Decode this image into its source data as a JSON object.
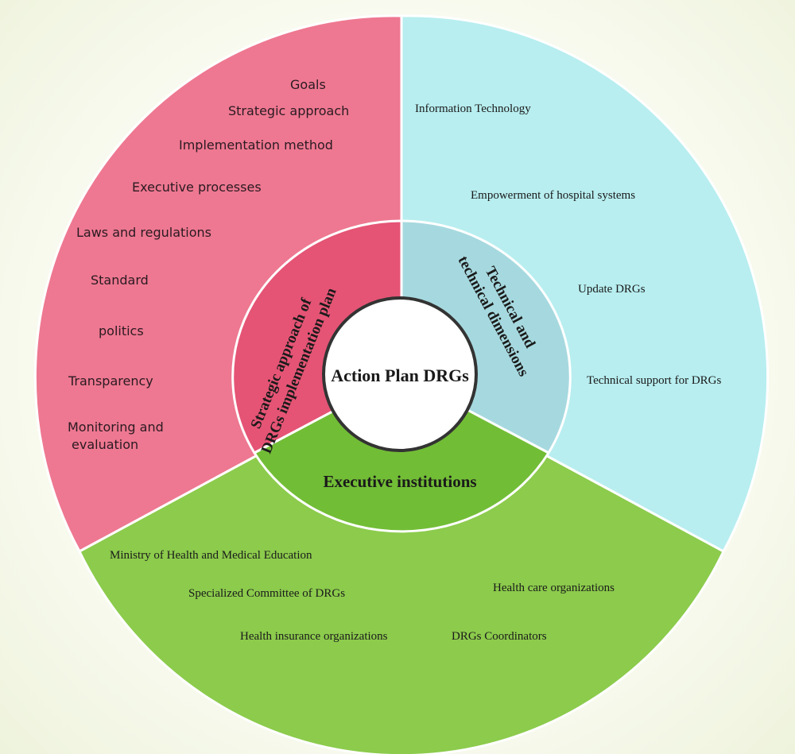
{
  "center": {
    "label": "Action Plan DRGs"
  },
  "segments": {
    "strategic": {
      "ring_label_line1": "Strategic approach of",
      "ring_label_line2": "DRGs implementation plan",
      "outer_color": "#ee7891",
      "inner_color": "#e55475",
      "items": [
        "Goals",
        "Strategic approach",
        "Implementation method",
        "Executive processes",
        "Laws and regulations",
        "Standard",
        "politics",
        "Transparency",
        "Monitoring and",
        "evaluation"
      ]
    },
    "technical": {
      "ring_label_line1": "Technical and",
      "ring_label_line2": "technical dimensions",
      "outer_color": "#b8eef0",
      "inner_color": "#a6d9df",
      "items": [
        "Information Technology",
        "Empowerment of hospital systems",
        "Update DRGs",
        "Technical support for DRGs"
      ]
    },
    "executive": {
      "ring_label": "Executive institutions",
      "outer_color": "#8ccb4c",
      "inner_color": "#72bd36",
      "items": [
        "Ministry of  Health and  Medical Education",
        "Specialized Committee of DRGs",
        "Health care organizations",
        "Health insurance organizations",
        "DRGs Coordinators"
      ]
    }
  }
}
